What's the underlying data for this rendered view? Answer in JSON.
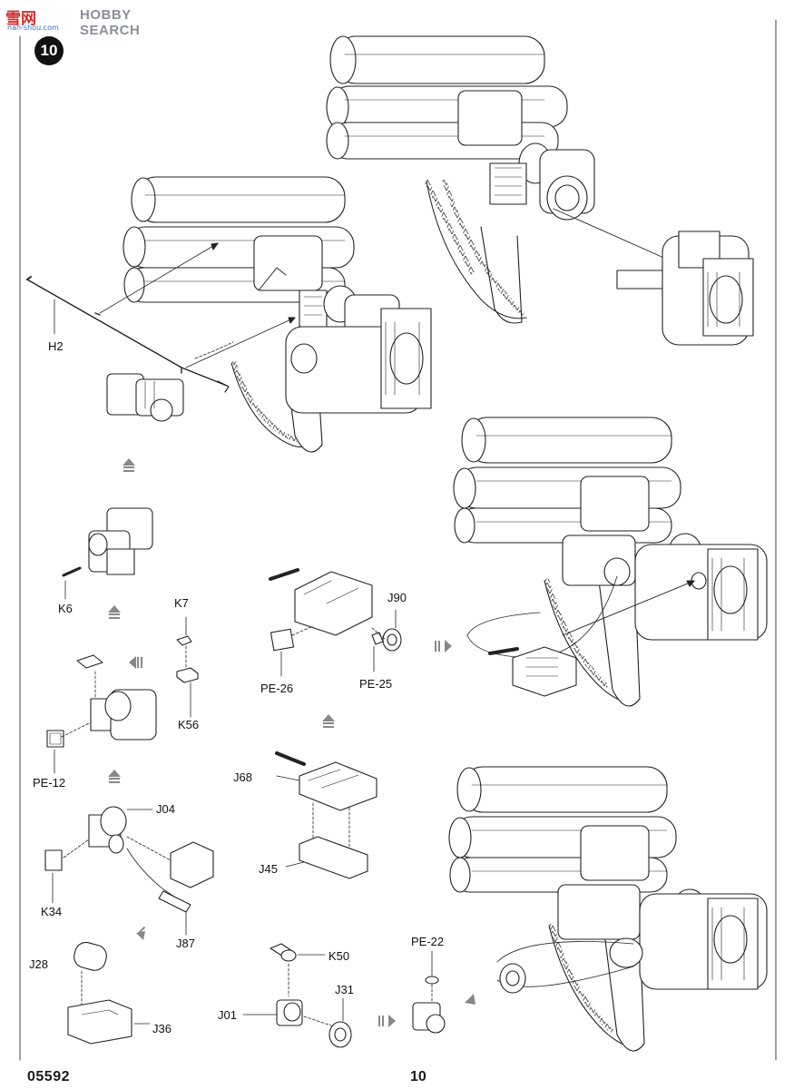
{
  "watermark": {
    "logo": "雪网",
    "text": "HOBBY SEARCH",
    "sub": "nan-shou.com"
  },
  "step": "10",
  "parts": {
    "h2": "H2",
    "k6": "K6",
    "k7": "K7",
    "k56": "K56",
    "pe12": "PE-12",
    "j04": "J04",
    "k34": "K34",
    "j87": "J87",
    "j28": "J28",
    "j36": "J36",
    "pe26": "PE-26",
    "j90": "J90",
    "pe25": "PE-25",
    "j68": "J68",
    "j45": "J45",
    "k50": "K50",
    "j31": "J31",
    "j01": "J01",
    "pe22": "PE-22"
  },
  "footer": {
    "code": "05592",
    "page": "10"
  }
}
